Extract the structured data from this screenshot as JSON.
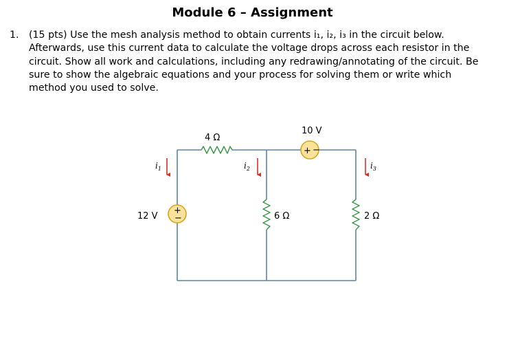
{
  "title": "Module 6 – Assignment",
  "question": {
    "number": "1.",
    "lines": [
      "(15 pts) Use the mesh analysis method to obtain currents i₁, i₂, i₃ in the circuit below.",
      "Afterwards, use this current data to calculate the voltage drops across each resistor in the",
      "circuit. Show all work and calculations, including any redrawing/annotating of the circuit. Be",
      "sure to show the algebraic equations and your process for solving them or write which",
      "method you used to solve."
    ]
  },
  "circuit": {
    "resistor_top": "4 Ω",
    "source_top": "10 V",
    "source_left": "12 V",
    "resistor_middle": "6 Ω",
    "resistor_right": "2 Ω",
    "current_1": "i",
    "current_1_sub": "1",
    "current_2": "i",
    "current_2_sub": "2",
    "current_3": "i",
    "current_3_sub": "3",
    "plus_sign": "+",
    "minus_sign": "−",
    "wire_color": "#5a84a8",
    "arrow_color": "#d93025",
    "source_fill": "#f9e39a",
    "source_stroke": "#d9a520",
    "resistor_color": "#3f9a4a"
  }
}
